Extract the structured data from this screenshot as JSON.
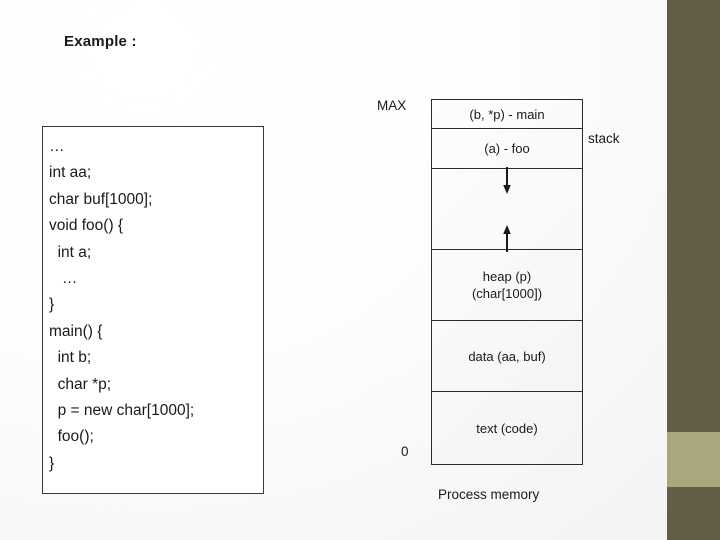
{
  "slide": {
    "title": "Example :",
    "background_color": "#fdfdfd",
    "accent_dark": "#635C47",
    "accent_light": "#A8A87C"
  },
  "code_box": {
    "lines": [
      "…",
      "int aa;",
      "char buf[1000];",
      "void foo() {",
      "  int a;",
      "   …",
      "}",
      "main() {",
      "  int b;",
      "  char *p;",
      "  p = new char[1000];",
      "  foo();",
      "}"
    ]
  },
  "memory_diagram": {
    "top_label": "MAX",
    "bottom_label": "0",
    "side_label": "stack",
    "caption": "Process memory",
    "segments": [
      {
        "id": "main-frame",
        "label": "(b, *p) - main"
      },
      {
        "id": "foo-frame",
        "label": "(a) - foo"
      },
      {
        "id": "free-gap",
        "label": ""
      },
      {
        "id": "heap",
        "label": "heap (p)\n(char[1000])"
      },
      {
        "id": "data",
        "label": "data (aa, buf)"
      },
      {
        "id": "text",
        "label": "text (code)"
      }
    ],
    "arrows": [
      {
        "id": "stack-grows-down",
        "direction": "down"
      },
      {
        "id": "heap-grows-up",
        "direction": "up"
      }
    ]
  }
}
